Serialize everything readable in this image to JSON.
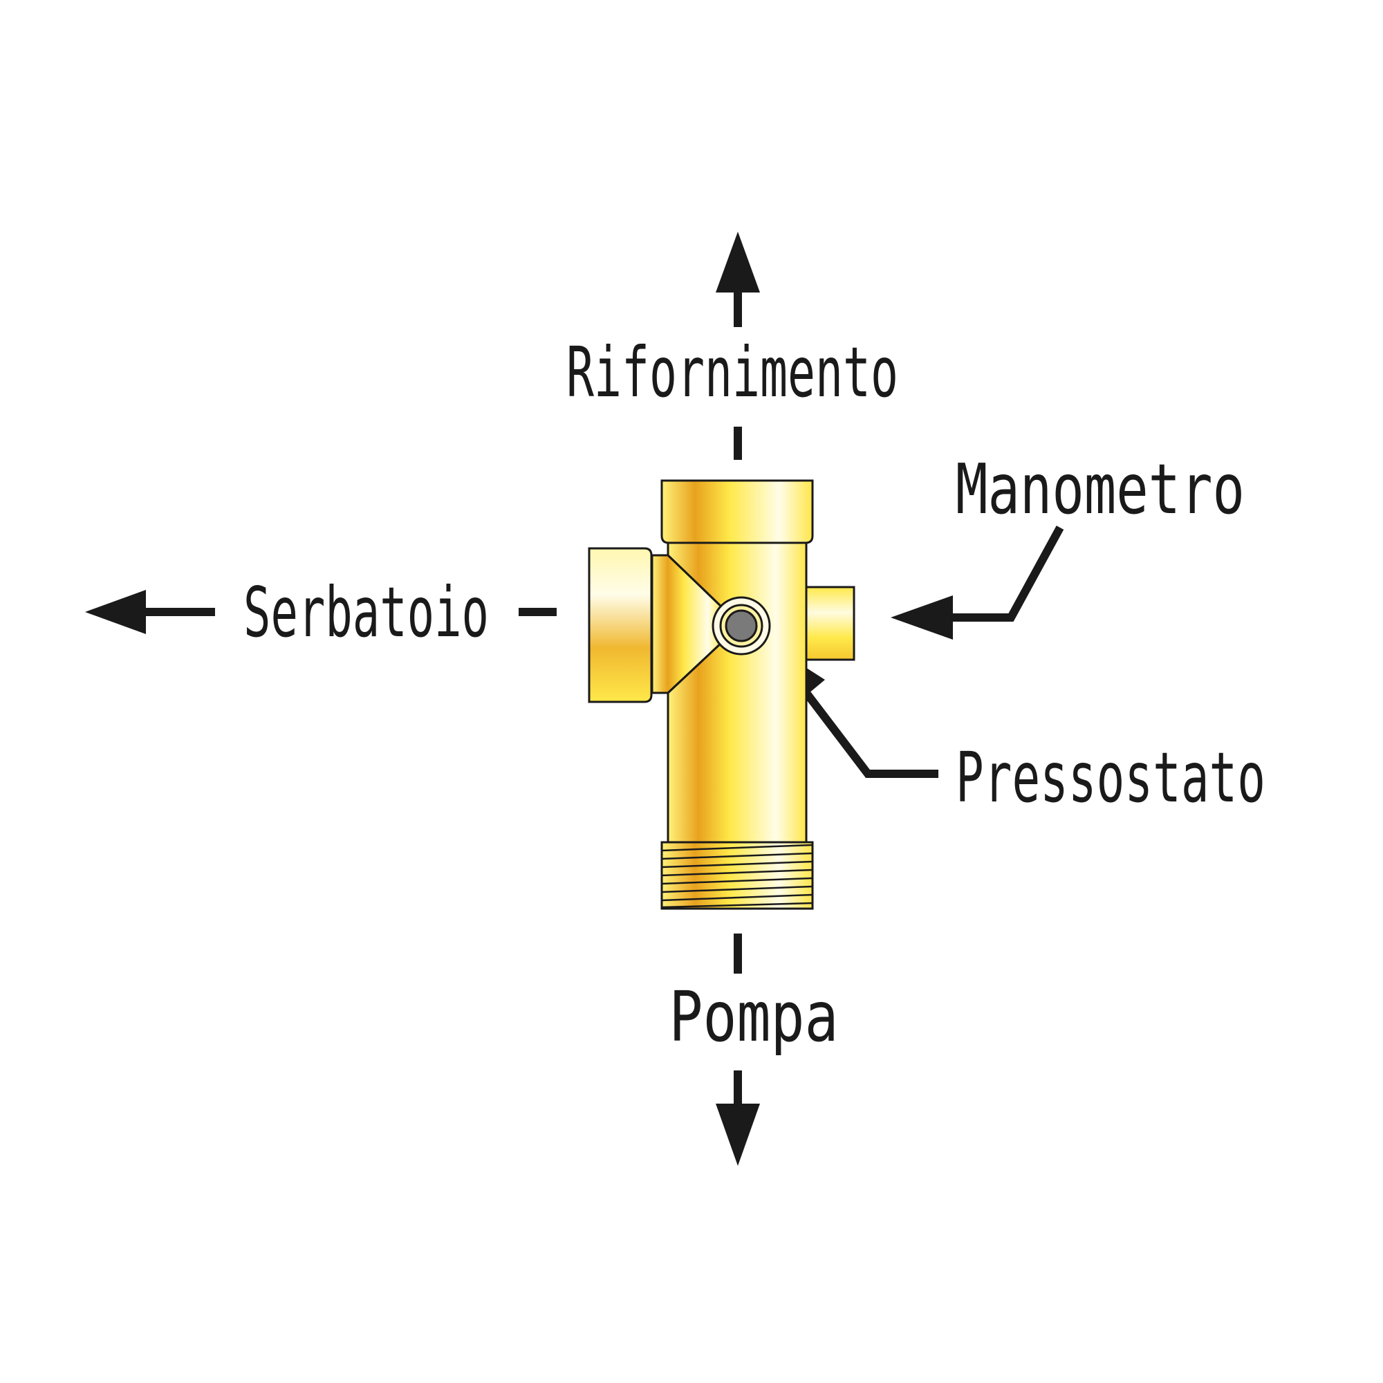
{
  "labels": {
    "top": "Rifornimento",
    "left": "Serbatoio",
    "right_top": "Manometro",
    "right_bottom": "Pressostato",
    "bottom": "Pompa"
  },
  "colors": {
    "brass_light": "#fffbe6",
    "brass_mid": "#ffe94a",
    "brass_dark": "#e8a21e",
    "plug_gray": "#7a7a7a",
    "ink": "#1a1a1a"
  }
}
